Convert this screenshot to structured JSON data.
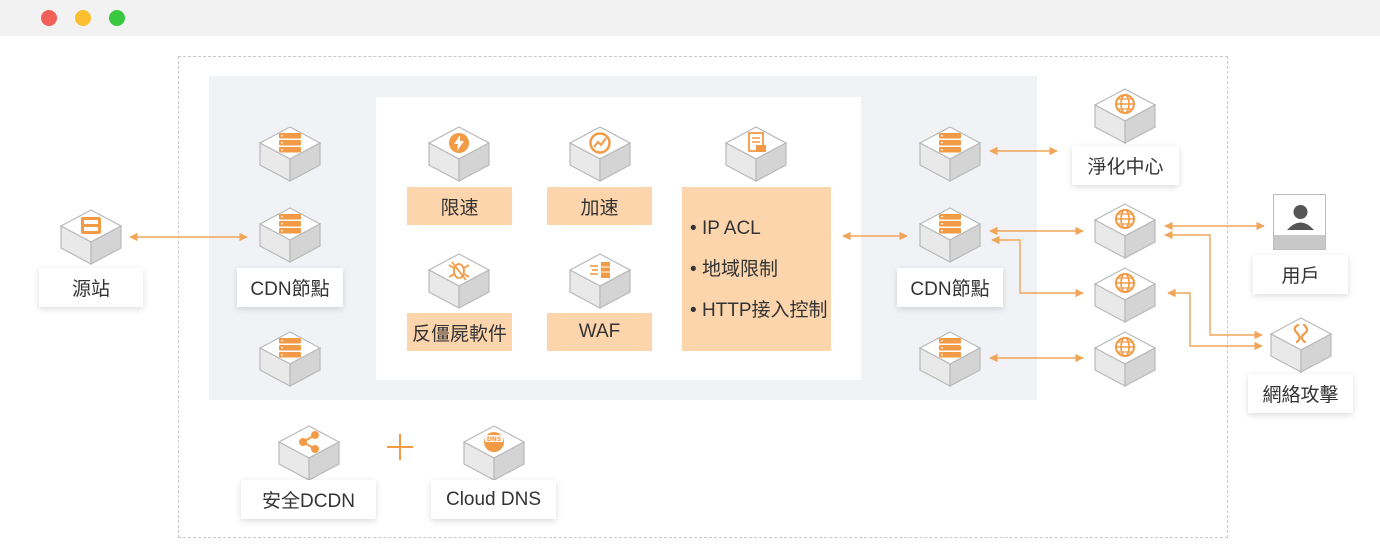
{
  "window": {
    "buttons": [
      "close",
      "minimize",
      "zoom"
    ]
  },
  "colors": {
    "accent": "#f29a45",
    "line": "#f0a558",
    "feature_box": "#fdd5ad",
    "panel_bg": "#f0f2f5"
  },
  "nodes": {
    "origin": {
      "label": "源站",
      "icon": "server-icon"
    },
    "cdn_left": {
      "label": "CDN節點",
      "icon": "server-stack-icon"
    },
    "cdn_right": {
      "label": "CDN節點",
      "icon": "server-stack-icon"
    },
    "scrubbing": {
      "label": "淨化中心",
      "icon": "globe-icon"
    },
    "user": {
      "label": "用戶",
      "icon": "user-icon"
    },
    "attack": {
      "label": "網絡攻擊",
      "icon": "attack-link-icon"
    },
    "dcdn": {
      "label": "安全DCDN",
      "icon": "share-network-icon"
    },
    "dns": {
      "label": "Cloud DNS",
      "icon": "dns-globe-icon"
    }
  },
  "features": {
    "rate_limit": {
      "label": "限速",
      "icon": "lightning-icon"
    },
    "acceleration": {
      "label": "加速",
      "icon": "speedometer-icon"
    },
    "anti_bot": {
      "label": "反僵屍軟件",
      "icon": "bug-icon"
    },
    "waf": {
      "label": "WAF",
      "icon": "firewall-icon"
    },
    "acl": {
      "icon": "acl-document-icon",
      "items": [
        "IP ACL",
        "地域限制",
        "HTTP接入控制"
      ]
    }
  },
  "combine_symbol": "+"
}
